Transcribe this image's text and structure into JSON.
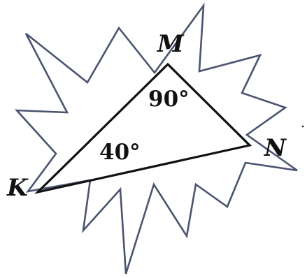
{
  "diagram": {
    "vertices": {
      "m": "M",
      "n": "N",
      "k": "K"
    },
    "angles": {
      "at_m": "90°",
      "at_k": "40°"
    },
    "colors": {
      "star_outline": "#4a5470",
      "triangle_outline": "#111111",
      "text": "#111111",
      "background": "#ffffff"
    }
  }
}
